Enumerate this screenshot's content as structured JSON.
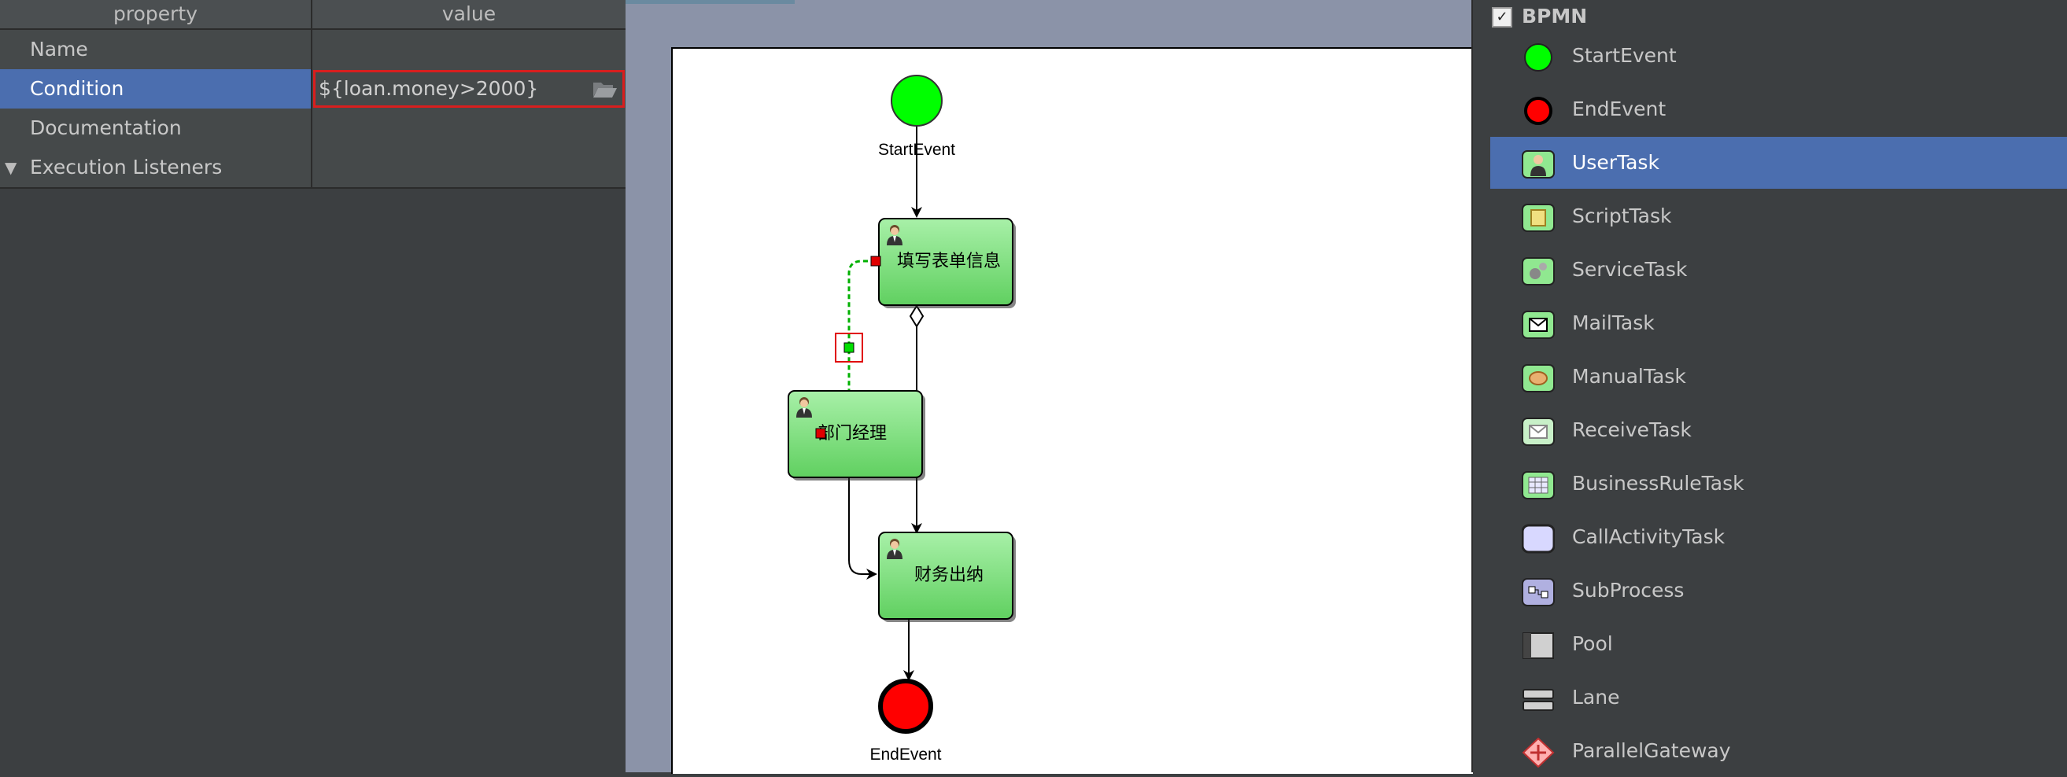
{
  "properties": {
    "header": {
      "property": "property",
      "value": "value"
    },
    "rows": [
      {
        "key": "Name",
        "value": ""
      },
      {
        "key": "Condition",
        "value": "${loan.money>2000}"
      },
      {
        "key": "Documentation",
        "value": ""
      },
      {
        "key": "Execution Listeners",
        "value": ""
      }
    ]
  },
  "diagram": {
    "start_label": "StartEvent",
    "end_label": "EndEvent",
    "tasks": [
      "填写表单信息",
      "部门经理",
      "财务出纳"
    ],
    "colors": {
      "start": "#00ff00",
      "end": "#ff0000",
      "task": "#80e080",
      "selected_flow": "#00b000",
      "marker": "#ff0000"
    }
  },
  "palette": {
    "header": "BPMN",
    "checked": true,
    "items": [
      {
        "label": "StartEvent",
        "icon": "start-event-icon"
      },
      {
        "label": "EndEvent",
        "icon": "end-event-icon"
      },
      {
        "label": "UserTask",
        "icon": "user-task-icon",
        "selected": true
      },
      {
        "label": "ScriptTask",
        "icon": "script-task-icon"
      },
      {
        "label": "ServiceTask",
        "icon": "service-task-icon"
      },
      {
        "label": "MailTask",
        "icon": "mail-task-icon"
      },
      {
        "label": "ManualTask",
        "icon": "manual-task-icon"
      },
      {
        "label": "ReceiveTask",
        "icon": "receive-task-icon"
      },
      {
        "label": "BusinessRuleTask",
        "icon": "business-rule-task-icon"
      },
      {
        "label": "CallActivityTask",
        "icon": "call-activity-icon"
      },
      {
        "label": "SubProcess",
        "icon": "subprocess-icon"
      },
      {
        "label": "Pool",
        "icon": "pool-icon"
      },
      {
        "label": "Lane",
        "icon": "lane-icon"
      },
      {
        "label": "ParallelGateway",
        "icon": "parallel-gateway-icon"
      }
    ]
  }
}
